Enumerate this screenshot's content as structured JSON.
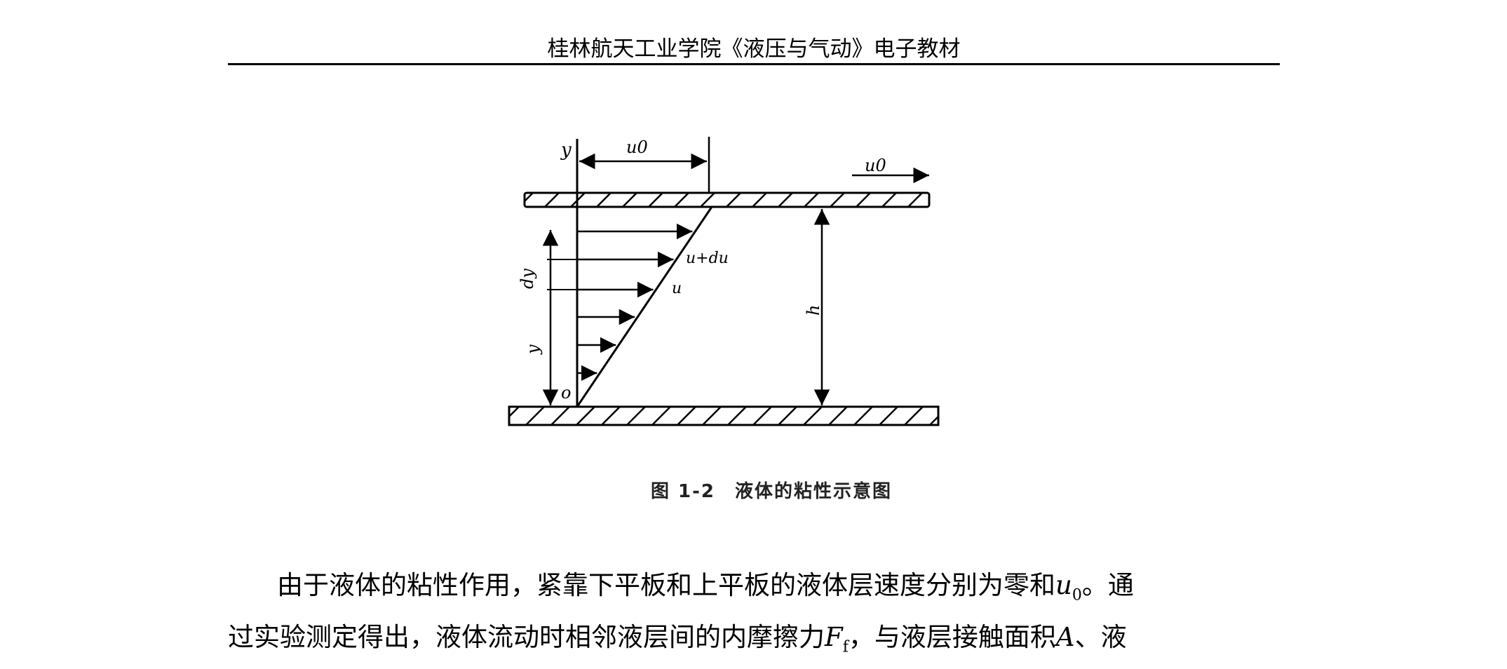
{
  "header": {
    "title": "桂林航天工业学院《液压与气动》电子教材"
  },
  "figure": {
    "labels": {
      "y_axis": "y",
      "u0_top": "u0",
      "u0_arrow": "u0",
      "u_plus_du": "u+du",
      "u": "u",
      "dy": "dy",
      "y_dim": "y",
      "h": "h",
      "origin": "o"
    },
    "caption_number": "图 1-2",
    "caption_text": "液体的粘性示意图"
  },
  "body": {
    "line1_a": "由于液体的粘性作用，紧靠下平板和上平板的液体层速度分别为零和",
    "line1_var": "u",
    "line1_sub": "0",
    "line1_b": "。通",
    "line2_a": "过实验测定得出，液体流动时相邻液层间的内摩擦力",
    "line2_var": "F",
    "line2_sub": "f",
    "line2_b": "，与液层接触面积",
    "line2_var2": "A",
    "line2_c": "、液"
  }
}
